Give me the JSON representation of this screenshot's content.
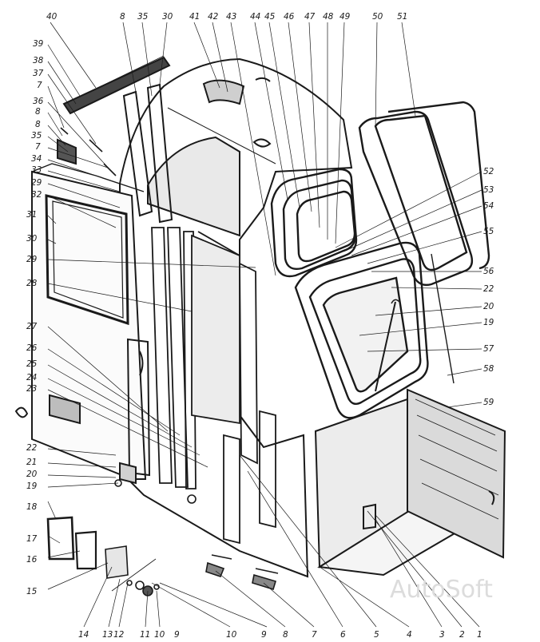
{
  "diagram": {
    "colors": {
      "ink": "#1a1a1a",
      "paper": "#ffffff",
      "speckle": "#8a8a8a",
      "watermark": "#dcdcdc"
    },
    "top_labels": [
      "40",
      "8",
      "35",
      "30",
      "41",
      "42",
      "43",
      "44",
      "45",
      "46",
      "47",
      "48",
      "49",
      "50",
      "51"
    ],
    "left_labels": [
      "39",
      "38",
      "37",
      "7",
      "36",
      "8",
      "8",
      "35",
      "7",
      "34",
      "33",
      "29",
      "32",
      "31",
      "30",
      "29",
      "28",
      "27",
      "26",
      "25",
      "24",
      "23",
      "22",
      "21",
      "20",
      "19",
      "18",
      "17",
      "16",
      "15"
    ],
    "bottom_labels": [
      "14",
      "13",
      "12",
      "11",
      "10",
      "9",
      "10",
      "9",
      "8",
      "7",
      "6",
      "5",
      "4",
      "3",
      "2",
      "1"
    ],
    "right_labels": [
      "52",
      "53",
      "54",
      "55",
      "56",
      "22",
      "20",
      "19",
      "57",
      "58",
      "59"
    ],
    "watermark": "AutoSoft"
  }
}
